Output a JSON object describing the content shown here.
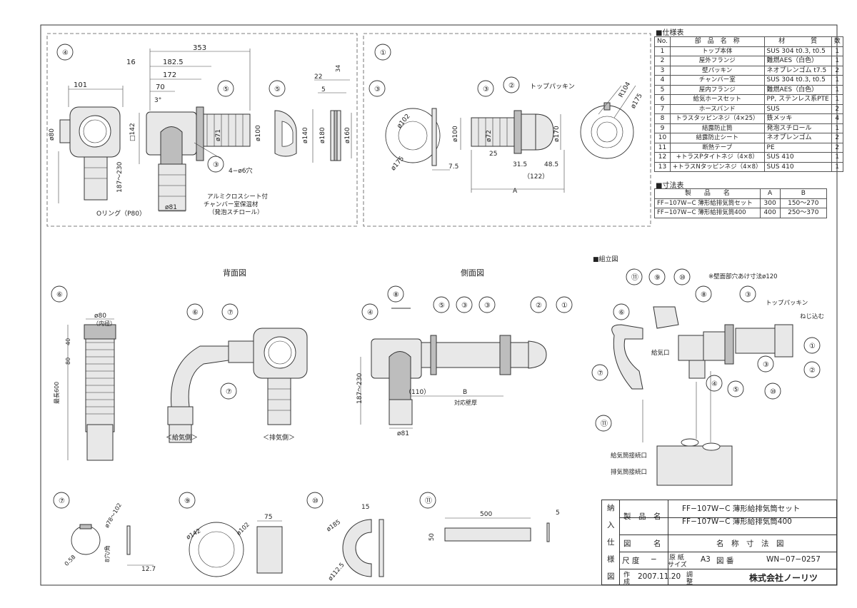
{
  "spec_table": {
    "heading": "■仕様表",
    "headers": [
      "No.",
      "部　品　名　称",
      "材　　　　質",
      "数"
    ],
    "rows": [
      [
        "1",
        "トップ本体",
        "SUS 304 t0.3, t0.5",
        "1"
      ],
      [
        "2",
        "屋外フランジ",
        "難燃AES（白色）",
        "1"
      ],
      [
        "3",
        "壁パッキン",
        "ネオプレンゴム t7.5",
        "2"
      ],
      [
        "4",
        "チャンバー室",
        "SUS 304 t0.3, t0.5",
        "1"
      ],
      [
        "5",
        "屋内フランジ",
        "難燃AES（白色）",
        "1"
      ],
      [
        "6",
        "給気ホースセット",
        "PP, ステンレス系PTE",
        "1"
      ],
      [
        "7",
        "ホースバンド",
        "SUS",
        "2"
      ],
      [
        "8",
        "トラスタッピンネジ（4×25）",
        "鉄メッキ",
        "4"
      ],
      [
        "9",
        "結露防止筒",
        "発泡スチロール",
        "1"
      ],
      [
        "10",
        "結露防止シート",
        "ネオプレンゴム",
        "2"
      ],
      [
        "11",
        "断熱テープ",
        "PE",
        "2"
      ],
      [
        "12",
        "+トラスPタイトネジ（4×8）",
        "SUS 410",
        "1"
      ],
      [
        "13",
        "+トラスNタッピンネジ（4×8）",
        "SUS 410",
        "1"
      ]
    ]
  },
  "dim_table": {
    "heading": "■寸法表",
    "headers": [
      "製　　品　　名",
      "A",
      "B"
    ],
    "rows": [
      [
        "FF−107W−C 薄形給排気筒セット",
        "300",
        "150〜270"
      ],
      [
        "FF−107W−C 薄形給排気筒400",
        "400",
        "250〜370"
      ]
    ]
  },
  "views": {
    "back": "背面図",
    "side": "側面図",
    "assembly": "■組立図",
    "supply_side": "＜給気側＞",
    "exhaust_side": "＜排気側＞"
  },
  "labels": {
    "top_packing": "トップパッキン",
    "top_packing2": "トップパッキン",
    "neji": "ねじ込む",
    "wall_hole": "※壁面部穴あけ寸法ø120",
    "supply_port": "給気口",
    "supply_conn": "給気筒接続口",
    "exhaust_conn": "排気筒接続口",
    "insul1": "アルミクロスシート付",
    "insul2": "チャンバー室保温材",
    "insul3": "（発泡スチロール）",
    "oring": "Oリング（P80）",
    "inner": "（内径）",
    "wall_thick": "対応壁厚",
    "max_len": "最長600",
    "holes": "4−ø6穴"
  },
  "dims": {
    "d353": "353",
    "d182": "182.5",
    "d172": "172",
    "d70": "70",
    "d16": "16",
    "d3": "3°",
    "d101": "101",
    "d80": "ø80",
    "d142": "□142",
    "d187": "187〜230",
    "d71": "ø71",
    "d81": "ø81",
    "d100": "ø100",
    "d140": "ø140",
    "d180": "ø180",
    "d160": "ø160",
    "d22": "22",
    "d5": "5",
    "d34": "34",
    "d102": "ø102",
    "d175": "ø175",
    "d75": "7.5",
    "d72": "ø72",
    "d25": "25",
    "d315": "31.5",
    "d122": "（122）",
    "d485": "48.5",
    "dA": "A",
    "d170": "ø170",
    "dR104": "R104",
    "d175b": "ø175",
    "d80b": "ø80",
    "d40": "40",
    "d80c": "80",
    "d110": "（110）",
    "dB": "B",
    "d81b": "ø81",
    "d78": "ø78〜102",
    "d058": "0.58",
    "d8": "8穴/角",
    "d127": "12.7",
    "d142b": "ø142",
    "d102b": "ø102",
    "d75b": "75",
    "d15": "15",
    "d185": "ø185",
    "d1125": "ø112.5",
    "d500": "500",
    "d50": "50",
    "d5b": "5"
  },
  "title_block": {
    "side": [
      "納",
      "入",
      "仕",
      "様",
      "図"
    ],
    "product_label": "製　品　名",
    "product1": "FF−107W−C 薄形給排気筒セット",
    "product2": "FF−107W−C 薄形給排気筒400",
    "drawing_label": "図　　　名",
    "drawing_name": "名　称　寸　法　図",
    "scale_label": "尺 度",
    "scale_value": "−",
    "paper_label1": "原 紙",
    "paper_label2": "サイズ",
    "paper_value": "A3",
    "number_label": "図 番",
    "number_value": "WN−07−0257",
    "made_label1": "作",
    "made_label2": "成",
    "made_date": "2007.11.20",
    "check_label1": "調",
    "check_label2": "整",
    "company": "株式会社ノーリツ"
  }
}
